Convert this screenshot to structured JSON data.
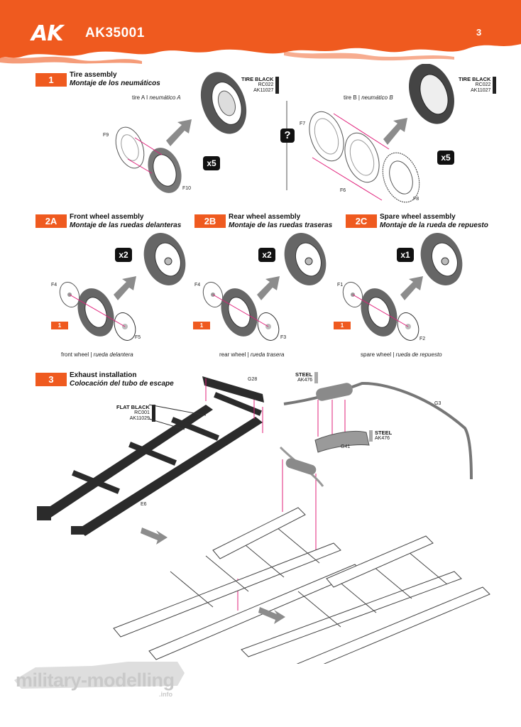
{
  "header": {
    "logo": "AK",
    "product_code": "AK35001",
    "page_number": "3",
    "accent_color": "#ef5a1f"
  },
  "step1": {
    "number": "1",
    "title": "Tire assembly",
    "subtitle": "Montaje de los neumáticos",
    "tire_a_label": "tire A",
    "tire_a_sep": " I ",
    "tire_a_es": "neumático A",
    "tire_b_label": "tire B",
    "tire_b_sep": " | ",
    "tire_b_es": "neumático B",
    "paint_a": {
      "name": "TIRE BLACK",
      "code1": "RC022",
      "code2": "AK11027"
    },
    "paint_b": {
      "name": "TIRE BLACK",
      "code1": "RC022",
      "code2": "AK11027"
    },
    "parts_a": [
      "F9",
      "F10"
    ],
    "parts_b": [
      "F7",
      "F6",
      "F8"
    ],
    "mult_a": "x5",
    "mult_b": "x5",
    "question": "?"
  },
  "step2a": {
    "number": "2A",
    "title": "Front wheel assembly",
    "subtitle": "Montaje de las ruedas delanteras",
    "mult": "x2",
    "parts": [
      "F4",
      "F5"
    ],
    "ref": "1",
    "caption_en": "front wheel",
    "caption_es": "rueda delantera"
  },
  "step2b": {
    "number": "2B",
    "title": "Rear wheel assembly",
    "subtitle": "Montaje de las ruedas traseras",
    "mult": "x2",
    "parts": [
      "F4",
      "F3"
    ],
    "ref": "1",
    "caption_en": "rear wheel",
    "caption_es": "rueda trasera"
  },
  "step2c": {
    "number": "2C",
    "title": "Spare wheel assembly",
    "subtitle": "Montaje de la rueda de repuesto",
    "mult": "x1",
    "parts": [
      "F1",
      "F2"
    ],
    "ref": "1",
    "caption_en": "spare wheel",
    "caption_es": "rueda de repuesto"
  },
  "step3": {
    "number": "3",
    "title": "Exhaust installation",
    "subtitle": "Colocación del tubo de escape",
    "paint_frame": {
      "name": "FLAT BLACK",
      "code1": "RC001",
      "code2": "AK11029"
    },
    "paint_muffler": {
      "name": "STEEL",
      "code1": "AK476"
    },
    "paint_shield": {
      "name": "STEEL",
      "code1": "AK476"
    },
    "parts": [
      "G28",
      "G3",
      "G41",
      "E6"
    ]
  },
  "watermark": {
    "text": "military-modelling",
    "suffix": ".info"
  }
}
